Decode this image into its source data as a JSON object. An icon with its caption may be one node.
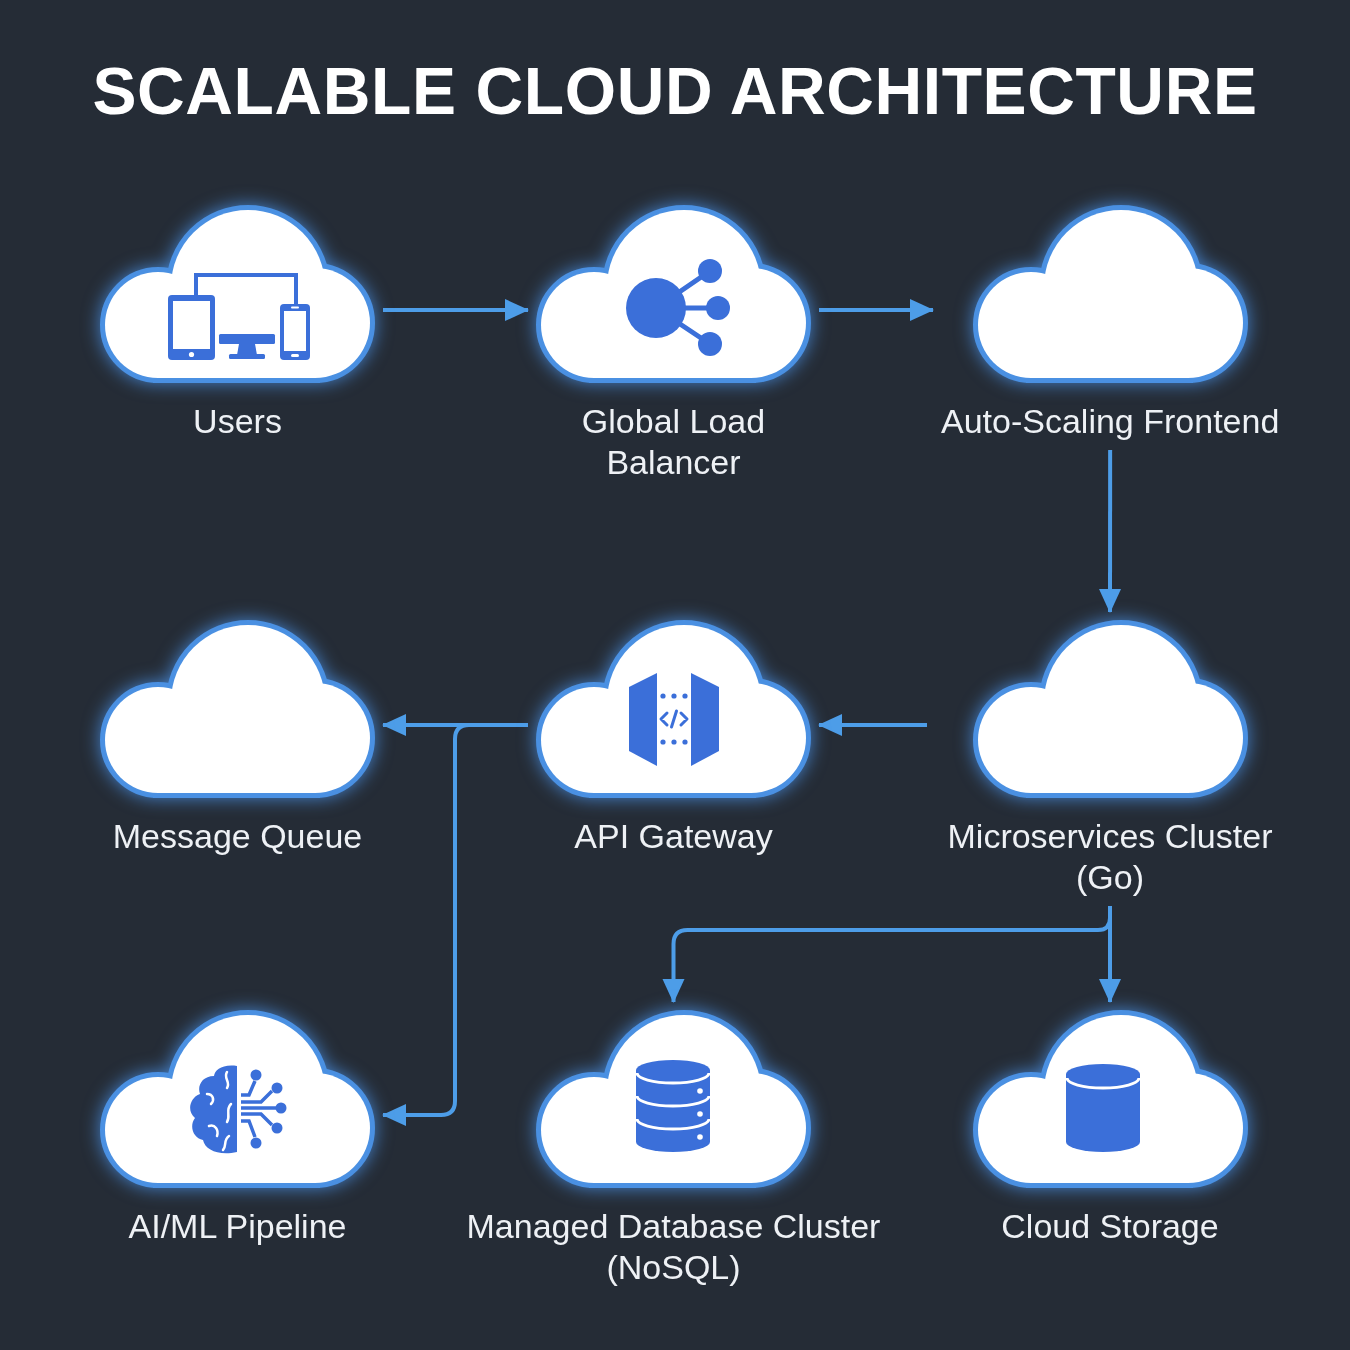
{
  "diagram": {
    "title": "SCALABLE CLOUD ARCHITECTURE",
    "nodes": [
      {
        "text": [
          "Users"
        ]
      },
      {
        "text": [
          "Global Load Balancer"
        ]
      },
      {
        "text": [
          "Auto-Scaling Frontend"
        ]
      },
      {
        "text": [
          "Message Queue"
        ]
      },
      {
        "text": [
          "API Gateway"
        ]
      },
      {
        "text": [
          "Microservices Cluster (Go)"
        ]
      },
      {
        "text": [
          "AI/ML Pipeline"
        ]
      },
      {
        "text": [
          "Managed Database Cluster (NoSQL)"
        ]
      },
      {
        "text": [
          "Cloud Storage"
        ]
      }
    ],
    "edges": [
      {
        "from": 0,
        "to": 1,
        "arrow": "to"
      },
      {
        "from": 1,
        "to": 2,
        "arrow": "to"
      },
      {
        "from": 2,
        "to": 5,
        "arrow": "to"
      },
      {
        "from": 5,
        "to": 4,
        "arrow": "to"
      },
      {
        "from": 4,
        "to": 3,
        "arrow": "to"
      },
      {
        "from": 4,
        "to": 6,
        "arrow": "to"
      },
      {
        "from": 5,
        "to": 7,
        "arrow": "to"
      },
      {
        "from": 5,
        "to": 8,
        "arrow": "to"
      }
    ]
  }
}
